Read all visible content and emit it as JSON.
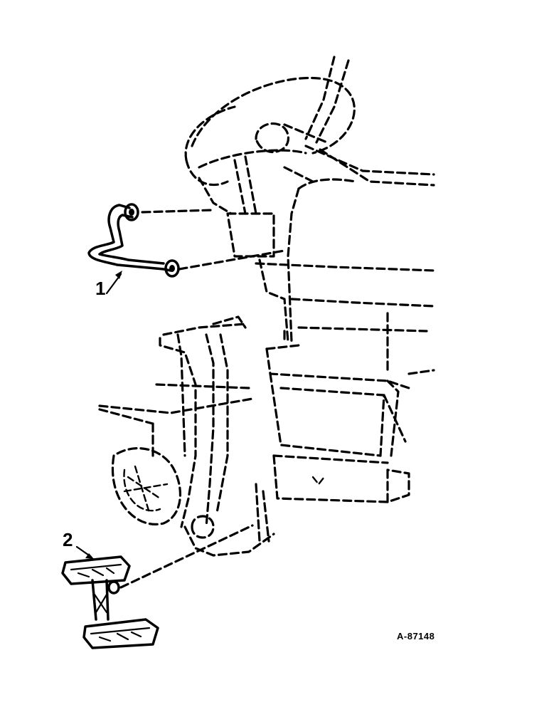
{
  "callouts": [
    {
      "number": "1",
      "part": "handrail"
    },
    {
      "number": "2",
      "part": "step"
    }
  ],
  "figure_id": "A-87148",
  "colors": {
    "ink": "#000000",
    "paper": "#ffffff"
  }
}
